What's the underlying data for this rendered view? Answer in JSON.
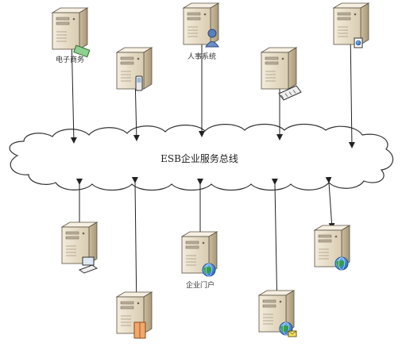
{
  "bus": {
    "label": "ESB企业服务总线"
  },
  "servers": [
    {
      "id": "ecommerce",
      "label": "电子商务",
      "badge": "money-icon"
    },
    {
      "id": "mobile",
      "label": "",
      "badge": "mobile-phone-icon"
    },
    {
      "id": "hr",
      "label": "人事系统",
      "badge": "user-icon"
    },
    {
      "id": "keyboard",
      "label": "",
      "badge": "keyboard-icon"
    },
    {
      "id": "document-server",
      "label": "",
      "badge": "document-icon"
    },
    {
      "id": "workstation",
      "label": "",
      "badge": "computer-icon"
    },
    {
      "id": "database",
      "label": "",
      "badge": "database-icon"
    },
    {
      "id": "portal",
      "label": "企业门户",
      "badge": "globe-icon"
    },
    {
      "id": "web-mail",
      "label": "",
      "badge": "globe-mail-icon"
    },
    {
      "id": "web-server",
      "label": "",
      "badge": "globe-icon"
    }
  ],
  "colors": {
    "server_light": "#ece4d2",
    "server_mid": "#d6cab0",
    "server_dark": "#a89a7c",
    "outline": "#5a5244",
    "cloud_stroke": "#333333",
    "connector": "#222222"
  }
}
